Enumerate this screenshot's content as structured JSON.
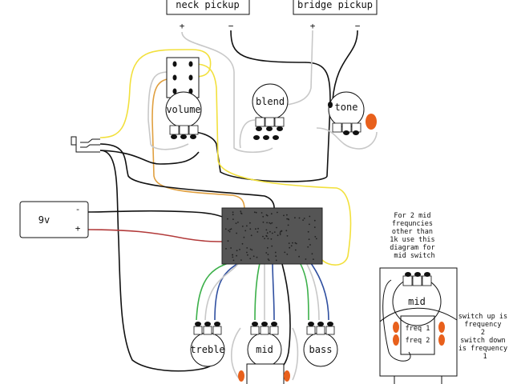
{
  "pickups": {
    "neck": {
      "label": "neck pickup",
      "plus": "+",
      "minus": "−"
    },
    "bridge": {
      "label": "bridge pickup",
      "plus": "+",
      "minus": "−"
    }
  },
  "pots": {
    "volume": "volume",
    "blend": "blend",
    "tone": "tone",
    "treble": "treble",
    "mid": "mid",
    "bass": "bass"
  },
  "battery": {
    "label": "9v",
    "minus": "-",
    "plus": "+"
  },
  "inset": {
    "note_lines": [
      "For 2 mid",
      "frequncies",
      "other than",
      "1k use this",
      "diagram for",
      "mid switch"
    ],
    "pot_label": "mid",
    "freq1": "freq 1",
    "freq2": "freq 2",
    "switch_note_lines": [
      "switch up is",
      "frequency",
      "2",
      "switch down",
      "is frequency",
      "1"
    ]
  },
  "colors": {
    "wire_black": "#111111",
    "wire_gray": "#c8c8c8",
    "wire_yellow": "#f2e03c",
    "wire_orange": "#e0a040",
    "wire_red": "#b23a3a",
    "wire_green": "#3cb04a",
    "wire_blue": "#2f4fa0",
    "capacitor": "#e8601c",
    "circuit_board": "#555555"
  }
}
